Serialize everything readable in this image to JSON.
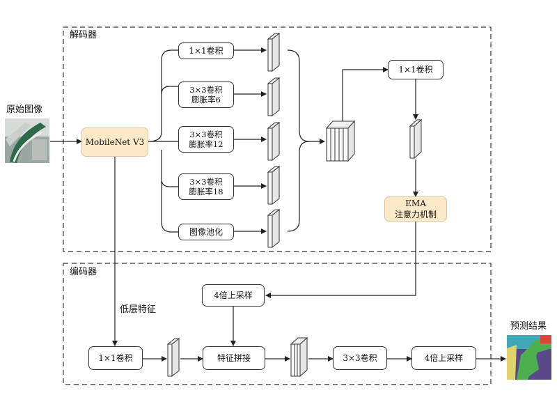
{
  "decoder_label": "解码器",
  "encoder_label": "编码器",
  "input_label": "原始图像",
  "output_label": "预测结果",
  "backbone": "MobileNet V3",
  "aspp": {
    "conv1x1": "1×1卷积",
    "atrous6": [
      "3×3卷积",
      "膨胀率6"
    ],
    "atrous12": [
      "3×3卷积",
      "膨胀率12"
    ],
    "atrous18": [
      "3×3卷积",
      "膨胀率18"
    ],
    "pooling": "图像池化"
  },
  "fuse_conv": "1×1卷积",
  "ema": [
    "EMA",
    "注意力机制"
  ],
  "upsample_top": "4倍上采样",
  "low_level_label": "低层特征",
  "enc_conv1x1": "1×1卷积",
  "concat": "特征拼接",
  "conv3x3": "3×3卷积",
  "upsample_out": "4倍上采样",
  "colors": {
    "yellow_box": "#fbe9c8",
    "green_overlay": "#4caf50",
    "map_purple": "#5b4a8a"
  }
}
